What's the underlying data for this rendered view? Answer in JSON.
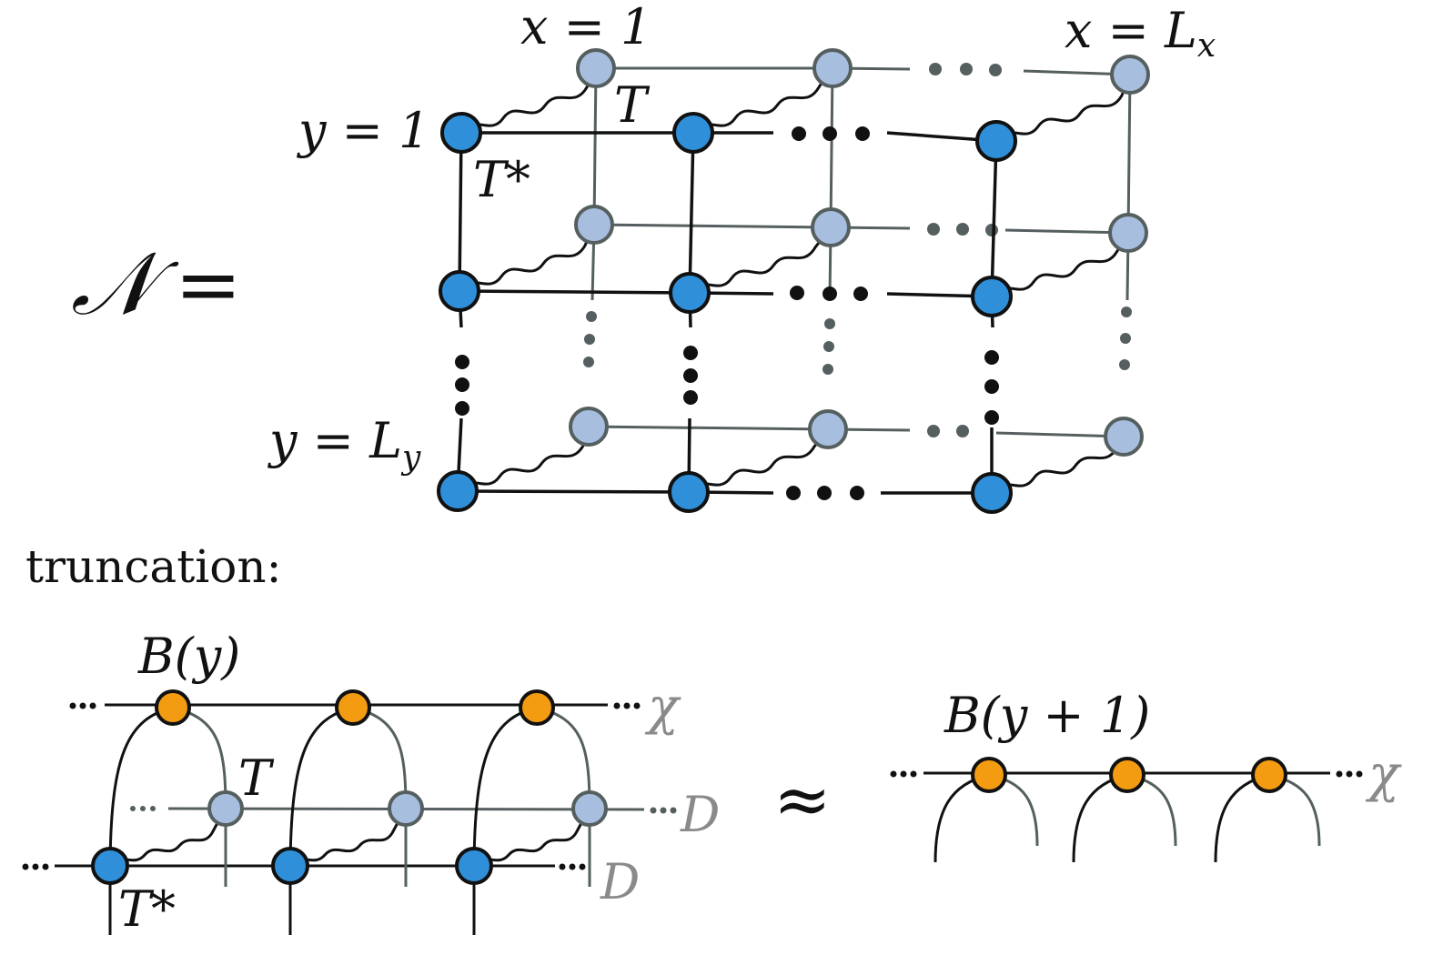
{
  "labels": {
    "network_symbol": "𝒩",
    "equals": "=",
    "x_first": "x = 1",
    "x_last_prefix": "x = L",
    "x_last_sub": "x",
    "y_first": "y = 1",
    "y_last_prefix": "y = L",
    "y_last_sub": "y",
    "T": "T",
    "T_star": "T*",
    "truncation": "truncation:",
    "B_y": "B(y)",
    "B_y1": "B(y + 1)",
    "chi": "χ",
    "D": "D",
    "approx": "≈"
  },
  "colors": {
    "ket_node": "#2f8fd8",
    "bra_node": "#a7bedf",
    "boundary_node": "#f39c12",
    "front_line": "#111111",
    "back_line": "#555f5f",
    "dim_label": "#8a8a8a"
  }
}
